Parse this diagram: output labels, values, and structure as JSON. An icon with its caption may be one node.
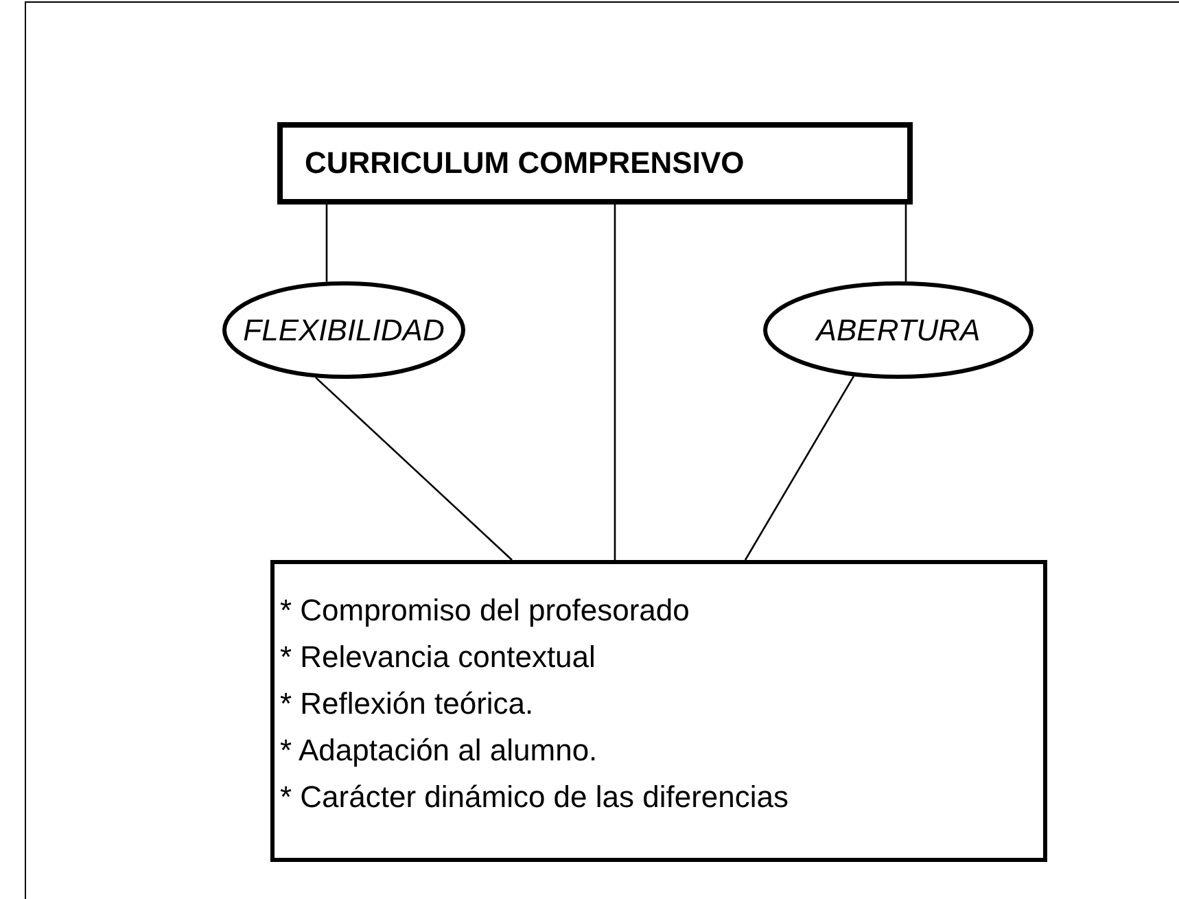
{
  "diagram": {
    "nodes": [
      {
        "text": [
          "CURRICULUM COMPRENSIVO"
        ]
      },
      {
        "text": [
          "FLEXIBILIDAD"
        ]
      },
      {
        "text": [
          "ABERTURA"
        ]
      },
      {
        "text": [
          "* Compromiso del profesorado",
          "* Relevancia contextual",
          "* Reflexión teórica.",
          "* Adaptación al alumno.",
          "* Carácter dinámico de las diferencias"
        ]
      }
    ],
    "edges": [
      {
        "from": 0,
        "to": 1,
        "arrow": "none"
      },
      {
        "from": 0,
        "to": 3,
        "arrow": "none"
      },
      {
        "from": 0,
        "to": 2,
        "arrow": "none"
      },
      {
        "from": 1,
        "to": 3,
        "arrow": "none"
      },
      {
        "from": 2,
        "to": 3,
        "arrow": "none"
      }
    ]
  }
}
